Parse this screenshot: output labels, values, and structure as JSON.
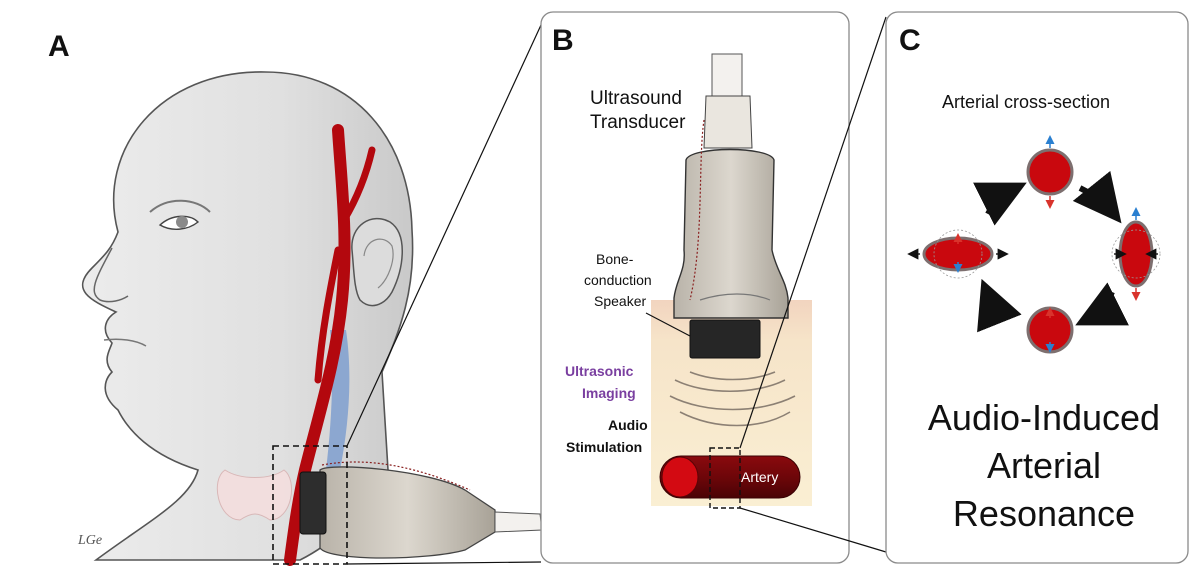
{
  "panels": {
    "a": {
      "letter": "A",
      "signature": "LGe"
    },
    "b": {
      "letter": "B",
      "transducer_label_line1": "Ultrasound",
      "transducer_label_line2": "Transducer",
      "speaker_label_line1": "Bone-",
      "speaker_label_line2": "conduction",
      "speaker_label_line3": "Speaker",
      "imaging_label_line1": "Ultrasonic",
      "imaging_label_line2": "Imaging",
      "audio_label_line1": "Audio",
      "audio_label_line2": "Stimulation",
      "artery_label": "Artery"
    },
    "c": {
      "letter": "C",
      "cross_section_title": "Arterial cross-section",
      "headline_line1": "Audio-Induced",
      "headline_line2": "Arterial",
      "headline_line3": "Resonance"
    }
  },
  "colors": {
    "artery_red": "#b3080e",
    "vein_blue": "#7f9fcf",
    "skin_tan": "#f6e8c8",
    "imaging_purple": "#7a3fa0",
    "probe_gray": "#cfc9bf",
    "arrow_blue": "#2a7fd0",
    "arrow_red": "#d9332c"
  }
}
